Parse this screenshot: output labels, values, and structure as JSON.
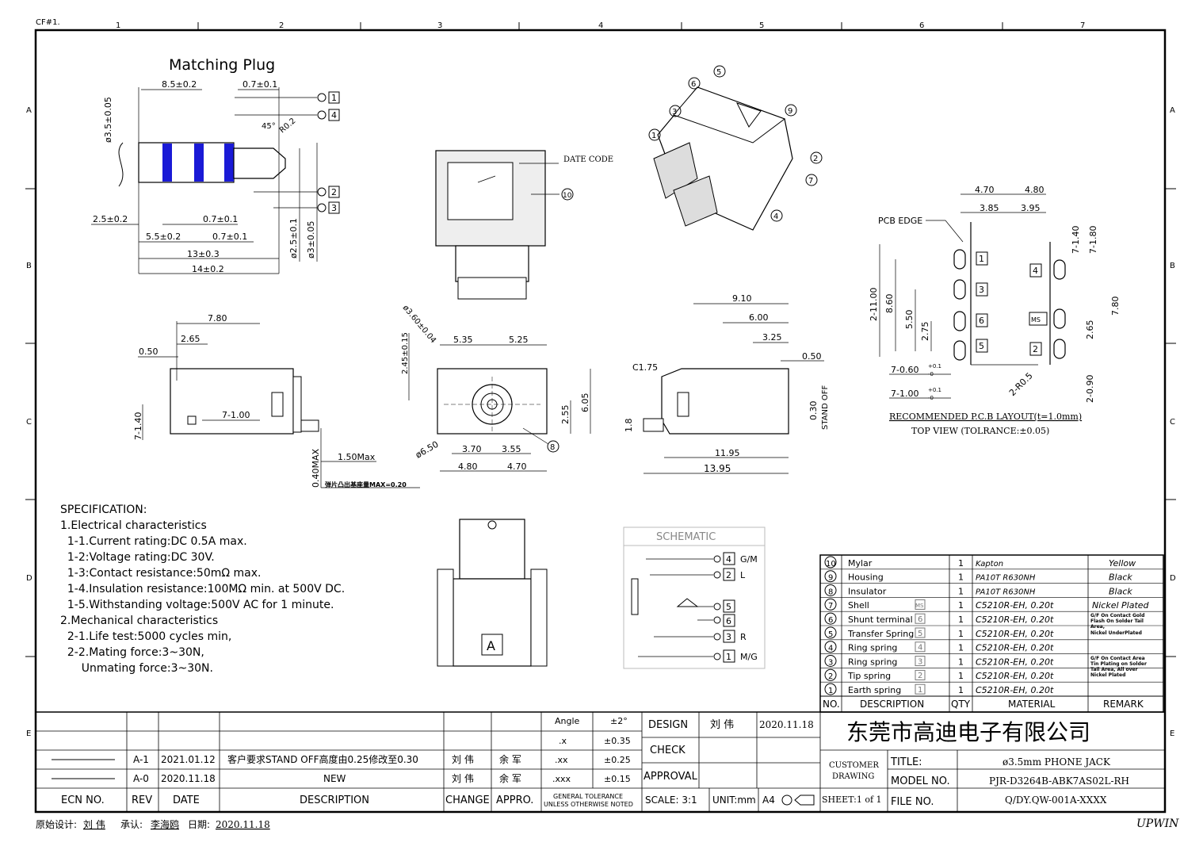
{
  "top_mark": "CF#1.",
  "column_labels": [
    "1",
    "2",
    "3",
    "4",
    "5",
    "6",
    "7"
  ],
  "row_labels": [
    "A",
    "B",
    "C",
    "D",
    "E"
  ],
  "matching_plug": {
    "title": "Matching Plug",
    "dims": [
      "8.5±0.2",
      "0.7±0.1",
      "45°",
      "R0.2",
      "ø3.5±0.05",
      "2.5±0.2",
      "0.7±0.1",
      "5.5±0.2",
      "0.7±0.1",
      "13±0.3",
      "14±0.2",
      "ø2.5±0.1",
      "ø3±0.05"
    ],
    "pins": [
      "1",
      "4",
      "2",
      "3"
    ]
  },
  "front_view": {
    "date_code": "DATE CODE",
    "callout": "10"
  },
  "iso_view": {
    "callouts": [
      "6",
      "5",
      "3",
      "9",
      "1",
      "2",
      "7",
      "4"
    ]
  },
  "pcb_layout": {
    "edge_label": "PCB EDGE",
    "dims_top": [
      "4.70",
      "4.80",
      "3.85",
      "3.95"
    ],
    "dims_left": [
      "2-11.00",
      "8.60",
      "5.50",
      "2.75"
    ],
    "dims_right": [
      "7-1.40",
      "7-1.80",
      "7.80",
      "2.65",
      "2-0.90",
      "2-R0.5"
    ],
    "hole_dims": [
      "7-0.60",
      "7-1.00"
    ],
    "hole_tol1": [
      "+0.1",
      "-0"
    ],
    "hole_tol2": [
      "+0.1",
      "-0"
    ],
    "pins_left": [
      "1",
      "3",
      "6",
      "5"
    ],
    "pins_right": [
      "4",
      "MS",
      "2"
    ],
    "caption": "RECOMMENDED P.C.B LAYOUT(t=1.0mm)",
    "caption2": "TOP VIEW (TOLRANCE:±0.05)"
  },
  "side_view": {
    "dims": [
      "7.80",
      "2.65",
      "0.50",
      "7-1.00",
      "7-1.40",
      "0.40MAX",
      "1.50Max"
    ],
    "note": "弹片凸出基座量MAX=0.20"
  },
  "bottom_view": {
    "dims": [
      "ø3.60±0.04",
      "5.35",
      "5.25",
      "2.45±0.15",
      "6.05",
      "2.55",
      "ø6.50",
      "3.70",
      "3.55",
      "4.80",
      "4.70"
    ],
    "callout": "8"
  },
  "right_view": {
    "dims": [
      "9.10",
      "6.00",
      "3.25",
      "0.50",
      "C1.75",
      "0.30",
      "STAND OFF",
      "1.8",
      "11.95",
      "13.95"
    ]
  },
  "specification": {
    "heading": "SPECIFICATION:",
    "lines": [
      "1.Electrical characteristics",
      "  1-1.Current rating:DC 0.5A max.",
      "  1-2:Voltage rating:DC 30V.",
      "  1-3:Contact resistance:50mΩ max.",
      "  1-4.Insulation resistance:100MΩ min. at 500V DC.",
      "  1-5.Withstanding voltage:500V AC for 1 minute.",
      "2.Mechanical characteristics",
      "  2-1.Life test:5000 cycles min,",
      "  2-2.Mating force:3~30N,",
      "      Unmating force:3~30N."
    ]
  },
  "top_view2": {
    "mark": "A"
  },
  "schematic": {
    "title": "SCHEMATIC",
    "pins": [
      {
        "num": "4",
        "label": "G/M"
      },
      {
        "num": "2",
        "label": "L"
      },
      {
        "num": "5",
        "label": ""
      },
      {
        "num": "6",
        "label": ""
      },
      {
        "num": "3",
        "label": "R"
      },
      {
        "num": "1",
        "label": "M/G"
      }
    ]
  },
  "bom": {
    "headers": {
      "no": "NO.",
      "desc": "DESCRIPTION",
      "qty": "QTY",
      "mat": "MATERIAL",
      "remark": "REMARK"
    },
    "rows": [
      {
        "no": "10",
        "desc": "Mylar",
        "tag": "",
        "qty": "1",
        "mat": "Kapton",
        "remark": "Yellow"
      },
      {
        "no": "9",
        "desc": "Housing",
        "tag": "",
        "qty": "1",
        "mat": "PA10T R630NH",
        "remark": "Black"
      },
      {
        "no": "8",
        "desc": "Insulator",
        "tag": "",
        "qty": "1",
        "mat": "PA10T R630NH",
        "remark": "Black"
      },
      {
        "no": "7",
        "desc": "Shell",
        "tag": "MS",
        "qty": "1",
        "mat": "C5210R-EH, 0.20t",
        "remark": "Nickel Plated"
      },
      {
        "no": "6",
        "desc": "Shunt terminal",
        "tag": "6",
        "qty": "1",
        "mat": "C5210R-EH, 0.20t",
        "remark": ""
      },
      {
        "no": "5",
        "desc": "Transfer Spring",
        "tag": "5",
        "qty": "1",
        "mat": "C5210R-EH, 0.20t",
        "remark": ""
      },
      {
        "no": "4",
        "desc": "Ring spring",
        "tag": "4",
        "qty": "1",
        "mat": "C5210R-EH, 0.20t",
        "remark": ""
      },
      {
        "no": "3",
        "desc": "Ring spring",
        "tag": "3",
        "qty": "1",
        "mat": "C5210R-EH, 0.20t",
        "remark": ""
      },
      {
        "no": "2",
        "desc": "Tip spring",
        "tag": "2",
        "qty": "1",
        "mat": "C5210R-EH, 0.20t",
        "remark": ""
      },
      {
        "no": "1",
        "desc": "Earth spring",
        "tag": "1",
        "qty": "1",
        "mat": "C5210R-EH, 0.20t",
        "remark": ""
      }
    ],
    "remark_note_1": [
      "G/F On Contact Gold",
      "Flash On Solder Tail",
      "Area,",
      "Nickel UnderPlated"
    ],
    "remark_note_2": [
      "G/F  On Contact Area",
      "Tin Plating on Solder",
      "Tail Area, All over",
      "Nickel Plated"
    ]
  },
  "revision": {
    "rows": [
      {
        "ecn": "",
        "rev": "A-1",
        "date": "2021.01.12",
        "desc": "客户要求STAND OFF高度由0.25修改至0.30",
        "change": "刘 伟",
        "appro": "余 军"
      },
      {
        "ecn": "",
        "rev": "A-0",
        "date": "2020.11.18",
        "desc": "NEW",
        "change": "刘 伟",
        "appro": "余 军"
      }
    ],
    "headers": {
      "ecn": "ECN NO.",
      "rev": "REV",
      "date": "DATE",
      "desc": "DESCRIPTION",
      "change": "CHANGE",
      "appro": "APPRO."
    }
  },
  "tolerance": {
    "rows": [
      [
        "Angle",
        "±2°"
      ],
      [
        ".x",
        "±0.35"
      ],
      [
        ".xx",
        "±0.25"
      ],
      [
        ".xxx",
        "±0.15"
      ]
    ],
    "footer": [
      "GENERAL TOLERANCE",
      "UNLESS OTHERWISE NOTED"
    ]
  },
  "signoff": {
    "design_label": "DESIGN",
    "design_name": "刘 伟",
    "design_date": "2020.11.18",
    "check_label": "CHECK",
    "approval_label": "APPROVAL",
    "scale": "SCALE: 3:1",
    "unit": "UNIT:mm",
    "paper": "A4"
  },
  "title_block": {
    "company": "东莞市高迪电子有限公司",
    "customer_drawing": [
      "CUSTOMER",
      "DRAWING"
    ],
    "title_label": "TITLE:",
    "title_value": "ø3.5mm PHONE JACK",
    "model_label": "MODEL NO.",
    "model_value": "PJR-D3264B-ABK7AS02L-RH",
    "sheet": "SHEET:1 of 1",
    "file_label": "FILE NO.",
    "file_value": "Q/DY.QW-001A-XXXX"
  },
  "footer": {
    "designer_label": "原始设计:",
    "designer": "刘 伟",
    "approver_label": "承认:",
    "approver": "李海鸥",
    "date_label": "日期:",
    "date": "2020.11.18",
    "brand": "UPWIN"
  }
}
